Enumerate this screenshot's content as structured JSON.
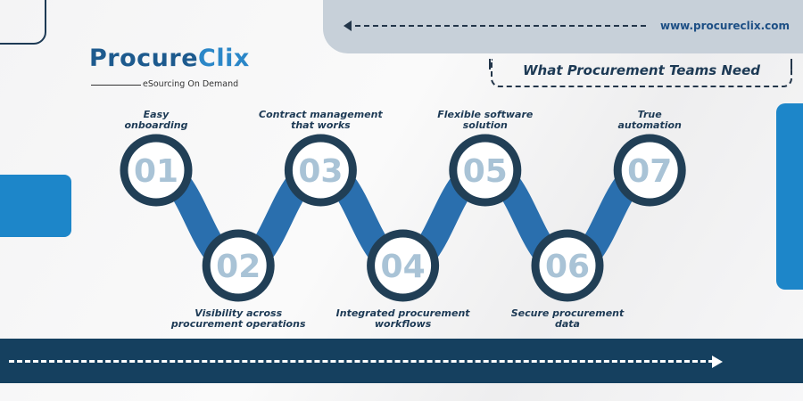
{
  "header": {
    "url": "www.procureclix.com",
    "title": "What Procurement Teams Need"
  },
  "logo": {
    "name_a": "Procure",
    "name_b": "Clix",
    "tagline": "eSourcing On Demand"
  },
  "steps": [
    {
      "num": "01",
      "label": "Easy\nonboarding"
    },
    {
      "num": "02",
      "label": "Visibility across\nprocurement operations"
    },
    {
      "num": "03",
      "label": "Contract management\nthat works"
    },
    {
      "num": "04",
      "label": "Integrated procurement\nworkflows"
    },
    {
      "num": "05",
      "label": "Flexible software\nsolution"
    },
    {
      "num": "06",
      "label": "Secure procurement\ndata"
    },
    {
      "num": "07",
      "label": "True\nautomation"
    }
  ],
  "colors": {
    "ring": "#213f56",
    "connector": "#2a6fae",
    "number": "#a9c3d6",
    "accent": "#1d86c9"
  }
}
